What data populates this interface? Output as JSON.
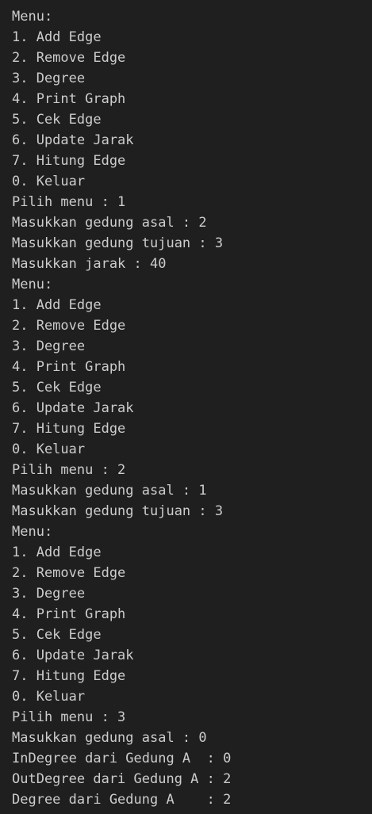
{
  "terminal": {
    "lines": [
      "Menu:",
      "1. Add Edge",
      "2. Remove Edge",
      "3. Degree",
      "4. Print Graph",
      "5. Cek Edge",
      "6. Update Jarak",
      "7. Hitung Edge",
      "0. Keluar",
      "Pilih menu : 1",
      "Masukkan gedung asal : 2",
      "Masukkan gedung tujuan : 3",
      "Masukkan jarak : 40",
      "Menu:",
      "1. Add Edge",
      "2. Remove Edge",
      "3. Degree",
      "4. Print Graph",
      "5. Cek Edge",
      "6. Update Jarak",
      "7. Hitung Edge",
      "0. Keluar",
      "Pilih menu : 2",
      "Masukkan gedung asal : 1",
      "Masukkan gedung tujuan : 3",
      "Menu:",
      "1. Add Edge",
      "2. Remove Edge",
      "3. Degree",
      "4. Print Graph",
      "5. Cek Edge",
      "6. Update Jarak",
      "7. Hitung Edge",
      "0. Keluar",
      "Pilih menu : 3",
      "Masukkan gedung asal : 0",
      "InDegree dari Gedung A  : 0",
      "OutDegree dari Gedung A : 2",
      "Degree dari Gedung A    : 2"
    ]
  }
}
